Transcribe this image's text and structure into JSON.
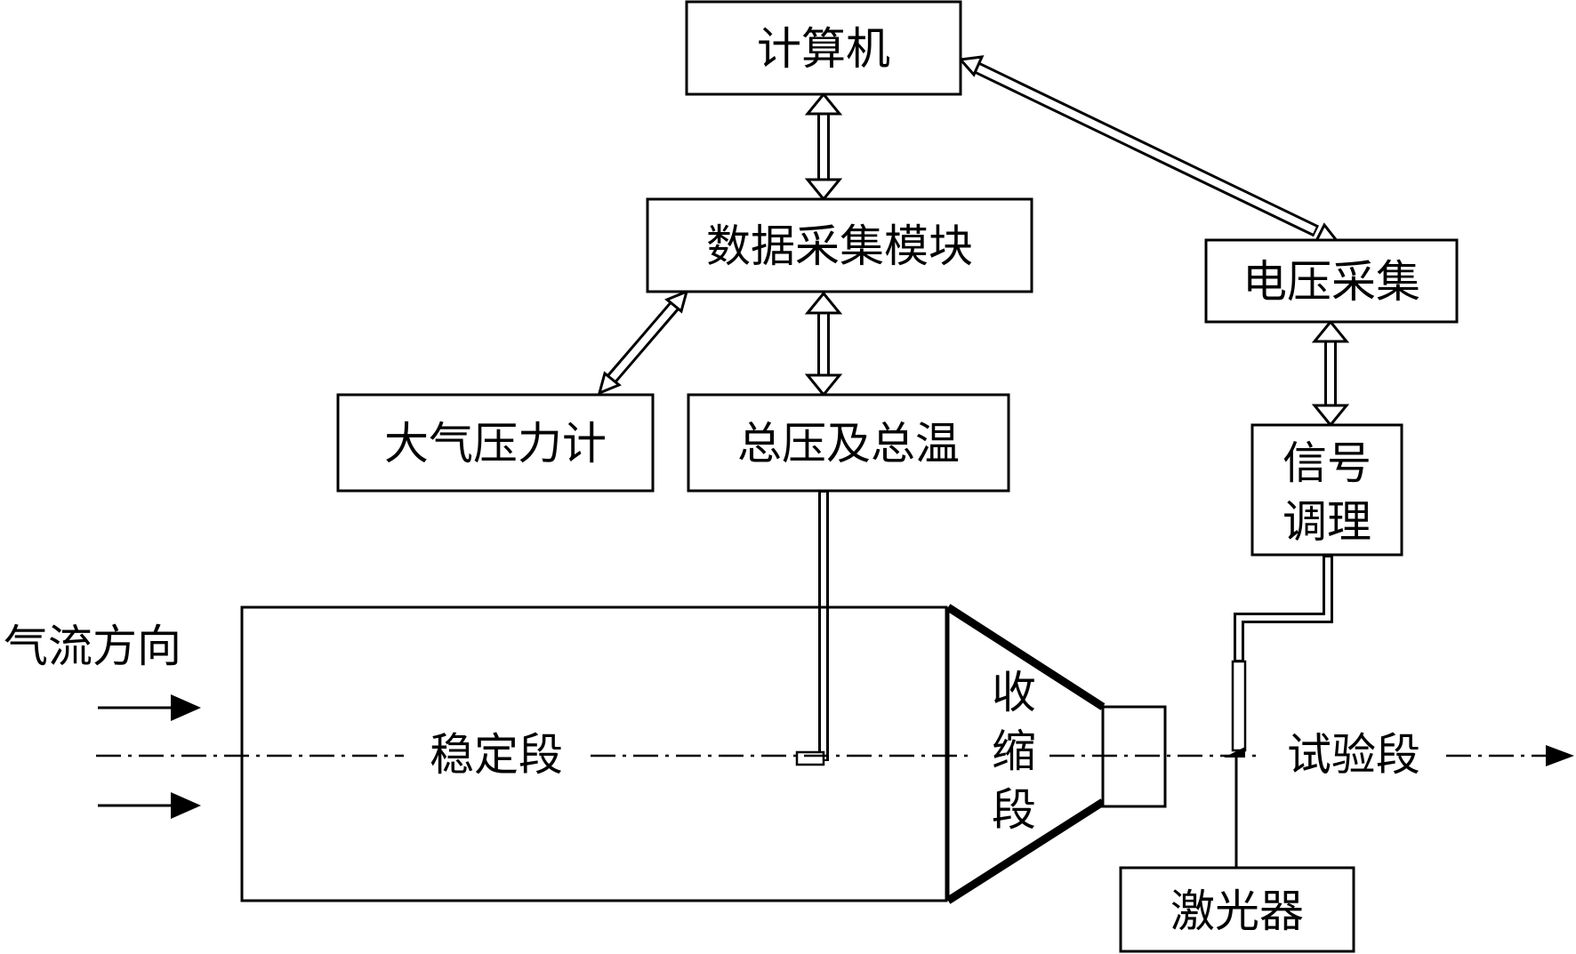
{
  "blocks": {
    "computer": "计算机",
    "daq_module": "数据采集模块",
    "voltage_acq": "电压采集",
    "barometer": "大气压力计",
    "total_pt": "总压及总温",
    "signal_cond_line1": "信号",
    "signal_cond_line2": "调理",
    "laser": "激光器"
  },
  "tunnel": {
    "flow_direction": "气流方向",
    "settling": "稳定段",
    "contraction_1": "收",
    "contraction_2": "缩",
    "contraction_3": "段",
    "test_section": "试验段"
  },
  "colors": {
    "line": "#000000",
    "background": "#ffffff"
  }
}
